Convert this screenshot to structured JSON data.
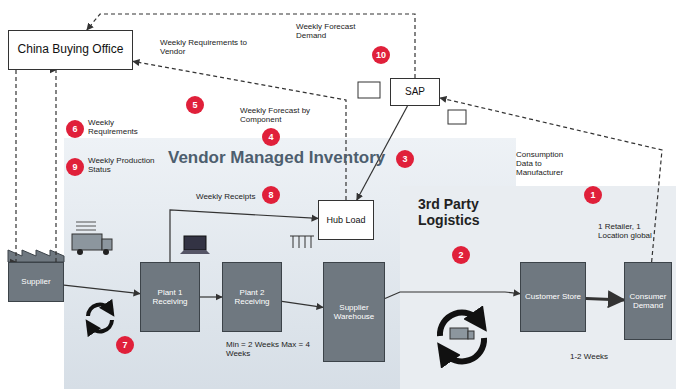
{
  "diagram": {
    "nodes": [
      {
        "text": [
          "China Buying Office"
        ]
      },
      {
        "text": [
          "SAP"
        ]
      },
      {
        "text": [
          "Hub Load"
        ]
      },
      {
        "text": [
          "Supplier"
        ]
      },
      {
        "text": [
          "Plant 1 Receiving"
        ]
      },
      {
        "text": [
          "Plant 2 Receiving"
        ]
      },
      {
        "text": [
          "Supplier Warehouse"
        ]
      },
      {
        "text": [
          "Customer Store"
        ]
      },
      {
        "text": [
          "Consumer Demand"
        ]
      }
    ],
    "edges": [
      {
        "from": 1,
        "to": 0,
        "arrow": "to"
      },
      {
        "from": 2,
        "to": 0,
        "arrow": "to"
      },
      {
        "from": 1,
        "to": 2,
        "arrow": "to"
      },
      {
        "from": 0,
        "to": 3,
        "arrow": "to"
      },
      {
        "from": 3,
        "to": 0,
        "arrow": "to"
      },
      {
        "from": 3,
        "to": 4,
        "arrow": "to"
      },
      {
        "from": 4,
        "to": 5,
        "arrow": "to"
      },
      {
        "from": 5,
        "to": 6,
        "arrow": "to"
      },
      {
        "from": 6,
        "to": 7,
        "arrow": "to"
      },
      {
        "from": 7,
        "to": 8,
        "arrow": "to"
      },
      {
        "from": 8,
        "to": 1,
        "arrow": "to"
      },
      {
        "from": 4,
        "to": 2,
        "arrow": "to"
      }
    ],
    "labels": [
      "10",
      "Weekly Forecast Demand",
      "5",
      "Weekly Requirements to Vendor",
      "4",
      "Weekly Forecast by Component",
      "3",
      "6",
      "Weekly Requirements",
      "9",
      "Weekly Production Status",
      "Vendor Managed Inventory",
      "8",
      "Weekly Receipts",
      "3rd Party Logistics",
      "2",
      "1",
      "Consumption Data to Manufacturer",
      "1 Retailer, 1 Location global",
      "7",
      "Min = 2 Weeks Max = 4 Weeks",
      "1-2 Weeks"
    ]
  }
}
